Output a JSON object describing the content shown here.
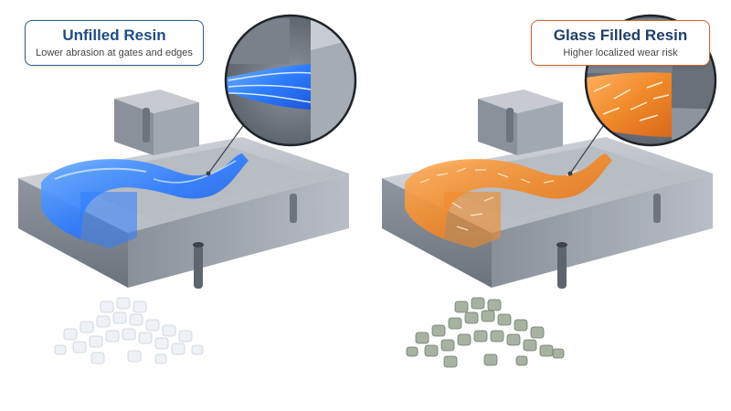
{
  "panels": [
    {
      "title": "Unfilled Resin",
      "subtitle": "Lower abrasion at gates and edges",
      "accent_color": "#2f5f8f",
      "resin_color": "#2f7dff",
      "pellet_color": "#e8edf2"
    },
    {
      "title": "Glass Filled Resin",
      "subtitle": "Higher localized wear risk",
      "accent_color": "#d4652a",
      "resin_color": "#f08a2a",
      "pellet_color": "#9faa9a"
    }
  ]
}
